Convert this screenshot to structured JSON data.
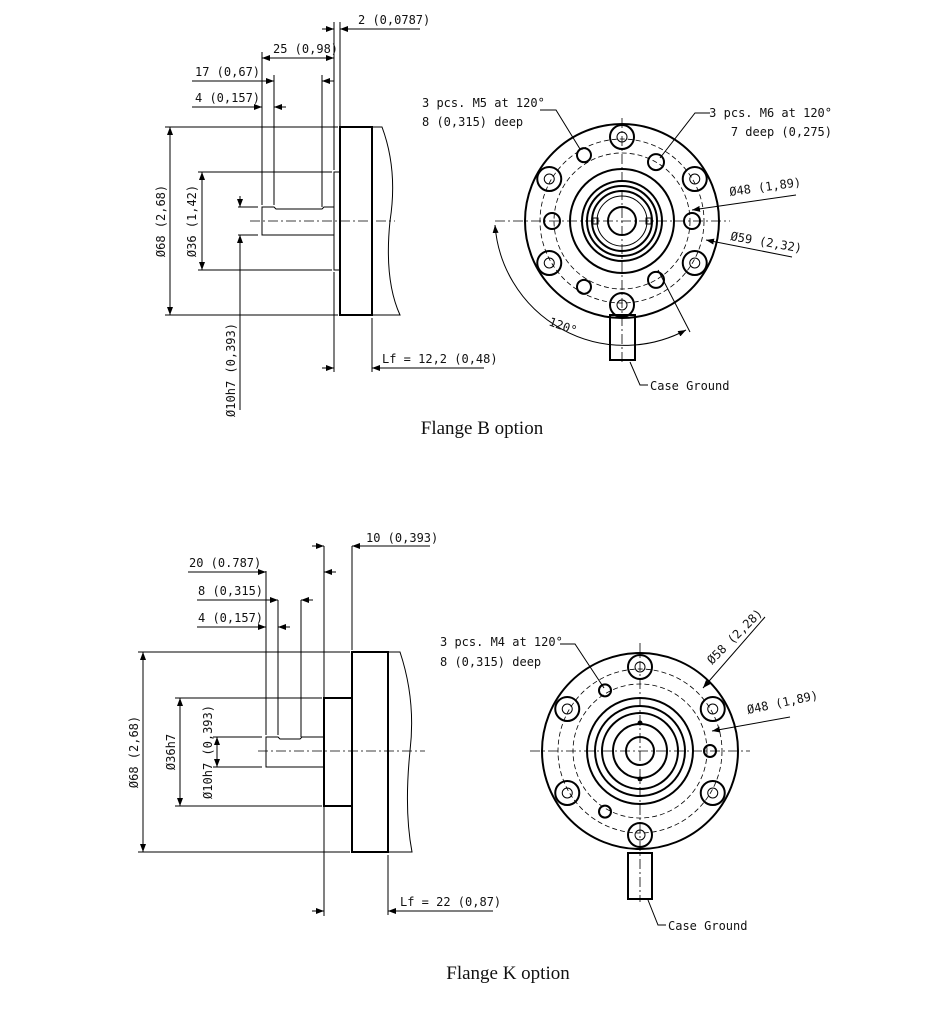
{
  "flange_b": {
    "caption": "Flange B option",
    "dims": {
      "d2": "2 (0,0787)",
      "d25": "25 (0,98)",
      "d17": "17 (0,67)",
      "d4": "4 (0,157)",
      "dia68": "Ø68 (2,68)",
      "dia36": "Ø36 (1,42)",
      "dia10": "Ø10h7 (0,393)",
      "lf": "Lf = 12,2 (0,48)"
    },
    "notes": {
      "m5_line1": "3 pcs. M5 at 120°",
      "m5_line2": "8 (0,315) deep",
      "m6_line1": "3 pcs. M6 at 120°",
      "m6_line2": "7 deep (0,275)",
      "dia48": "Ø48 (1,89)",
      "dia59": "Ø59 (2,32)",
      "angle": "120°",
      "case_ground": "Case Ground"
    }
  },
  "flange_k": {
    "caption": "Flange K option",
    "dims": {
      "d10": "10 (0,393)",
      "d20": "20 (0.787)",
      "d8": "8 (0,315)",
      "d4": "4 (0,157)",
      "dia68": "Ø68 (2,68)",
      "dia36": "Ø36h7",
      "dia10": "Ø10h7 (0,393)",
      "lf": "Lf = 22 (0,87)"
    },
    "notes": {
      "m4_line1": "3 pcs. M4 at 120°",
      "m4_line2": "8 (0,315) deep",
      "dia58": "Ø58 (2,28)",
      "dia48": "Ø48 (1,89)",
      "case_ground": "Case Ground"
    }
  }
}
